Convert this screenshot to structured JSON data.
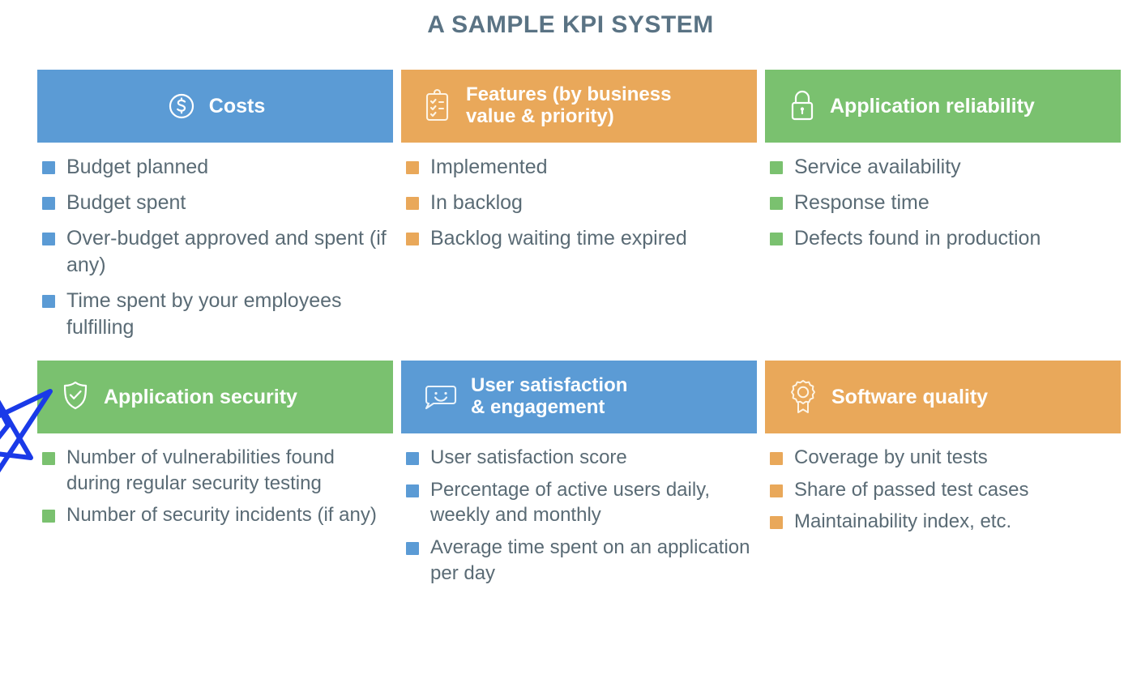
{
  "page": {
    "title": "A SAMPLE KPI SYSTEM",
    "colors": {
      "blue": "#5b9bd5",
      "orange": "#e9a85a",
      "green": "#7ac16f",
      "title_text": "#5a7384",
      "body_text": "#5a6b75",
      "annotation": "#1a3ae8",
      "background": "#ffffff"
    }
  },
  "cards": [
    {
      "id": "costs",
      "header": "Costs",
      "icon": "dollar-circle-icon",
      "color": "blue",
      "align": "center",
      "items": [
        "Budget planned",
        "Budget spent",
        "Over-budget approved and spent (if any)",
        "Time spent by your employees fulfilling"
      ]
    },
    {
      "id": "features",
      "header": "Features (by business\nvalue & priority)",
      "icon": "clipboard-checklist-icon",
      "color": "orange",
      "align": "left",
      "items": [
        "Implemented",
        "In backlog",
        "Backlog waiting time expired"
      ]
    },
    {
      "id": "application-reliability",
      "header": "Application reliability",
      "icon": "padlock-icon",
      "color": "green",
      "align": "left",
      "items": [
        "Service availability",
        "Response time",
        "Defects found in production"
      ]
    },
    {
      "id": "application-security",
      "header": "Application security",
      "icon": "shield-check-icon",
      "color": "green",
      "align": "left",
      "items": [
        "Number of vulnerabilities found during regular security testing",
        "Number of security incidents (if any)"
      ]
    },
    {
      "id": "user-satisfaction",
      "header": "User satisfaction\n& engagement",
      "icon": "smiley-speech-bubble-icon",
      "color": "blue",
      "align": "left",
      "items": [
        "User satisfaction score",
        "Percentage of active users daily, weekly and monthly",
        "Average time spent on an application per day"
      ]
    },
    {
      "id": "software-quality",
      "header": "Software quality",
      "icon": "award-rosette-icon",
      "color": "orange",
      "align": "left",
      "items": [
        "Coverage by unit tests",
        "Share of passed test cases",
        "Maintainability index, etc."
      ]
    }
  ],
  "annotation": {
    "type": "hand-drawn-star",
    "color": "#1a3ae8"
  }
}
